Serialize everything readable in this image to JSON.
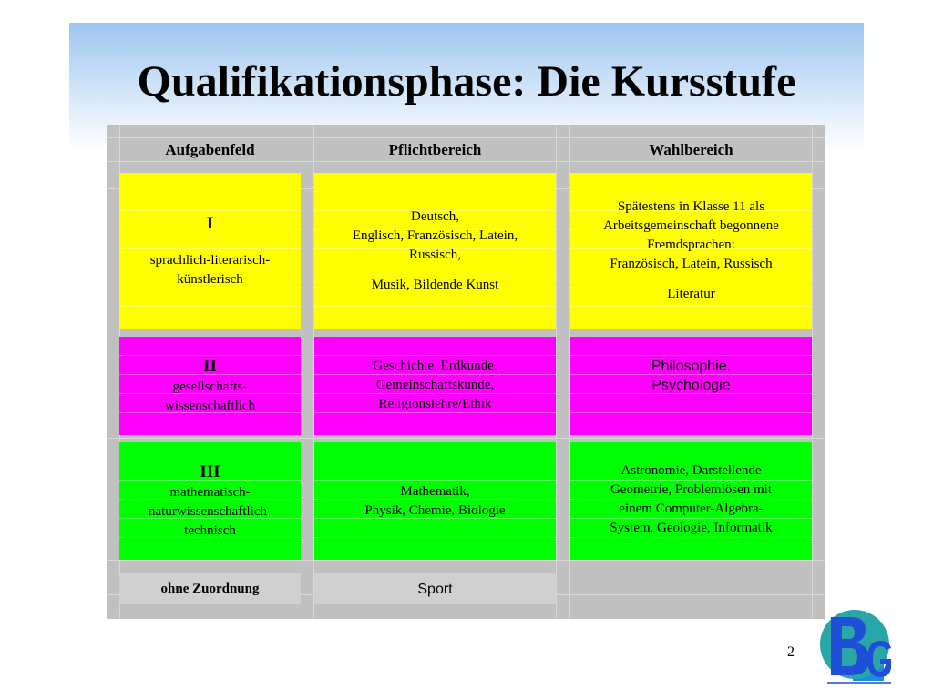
{
  "title": "Qualifikationsphase: Die Kursstufe",
  "headers": [
    "Aufgabenfeld",
    "Pflichtbereich",
    "Wahlbereich"
  ],
  "rows": [
    {
      "color": "#ffff00",
      "feld_roman": "I",
      "feld_lines": [
        "sprachlich-literarisch-",
        "künstlerisch"
      ],
      "pflicht_lines": [
        "Deutsch,",
        "Englisch, Französisch, Latein,",
        "Russisch,"
      ],
      "pflicht_extra": "Musik, Bildende Kunst",
      "wahl_lines": [
        "Spätestens in Klasse 11 als",
        "Arbeitsgemeinschaft begonnene",
        "Fremdsprachen:",
        "Französisch, Latein, Russisch"
      ],
      "wahl_extra": "Literatur"
    },
    {
      "color": "#ff00ff",
      "feld_roman": "II",
      "feld_lines": [
        "gesellschafts-",
        "wissenschaftlich"
      ],
      "pflicht_lines": [
        "Geschichte, Erdkunde,",
        "Gemeinschaftskunde,",
        "Religionslehre/Ethik"
      ],
      "wahl_lines": [
        "Philosophie,",
        "Psychologie"
      ]
    },
    {
      "color": "#00ff00",
      "feld_roman": "III",
      "feld_lines": [
        "mathematisch-",
        "naturwissenschaftlich-",
        "technisch"
      ],
      "pflicht_lines": [
        "Mathematik,",
        "Physik, Chemie, Biologie"
      ],
      "wahl_lines": [
        "Astronomie, Darstellende",
        "Geometrie, Problemlösen mit",
        "einem Computer-Algebra-",
        "System, Geologie, Informatik"
      ]
    },
    {
      "color": "#d0d0d0",
      "feld": "ohne Zuordnung",
      "pflicht": "Sport"
    }
  ],
  "page_number": "2",
  "logo_text": "BG",
  "logo_colors": {
    "circle": "#2aa6a8",
    "letters": "#1f4fd8",
    "square": "#1a8fd8"
  }
}
